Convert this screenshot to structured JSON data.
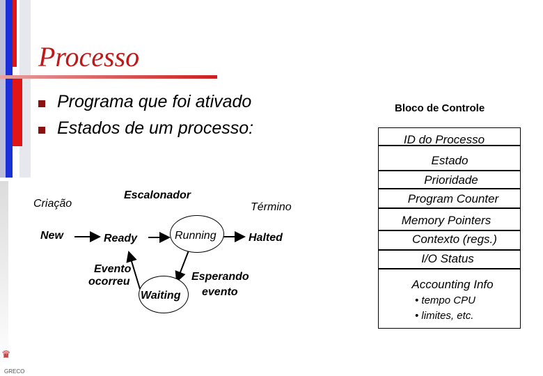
{
  "slide": {
    "title": "Processo",
    "bullets": [
      "Programa que foi ativado",
      "Estados de um processo:"
    ],
    "footer_logo": "GRECO"
  },
  "diagram": {
    "labels": {
      "criacao": "Criação",
      "escalonador": "Escalonador",
      "termino": "Término",
      "evento_ocorreu_1": "Evento",
      "evento_ocorreu_2": "ocorreu",
      "esperando_1": "Esperando",
      "esperando_2": "evento"
    },
    "states": {
      "new": "New",
      "ready": "Ready",
      "running": "Running",
      "halted": "Halted",
      "waiting": "Waiting"
    }
  },
  "control_block": {
    "heading": "Bloco de Controle",
    "rows": [
      "ID do Processo",
      "Estado",
      "Prioridade",
      "Program Counter",
      "Memory Pointers",
      "Contexto (regs.)",
      "I/O Status",
      "Accounting Info"
    ],
    "subitems": [
      "tempo CPU",
      "limites, etc."
    ]
  }
}
